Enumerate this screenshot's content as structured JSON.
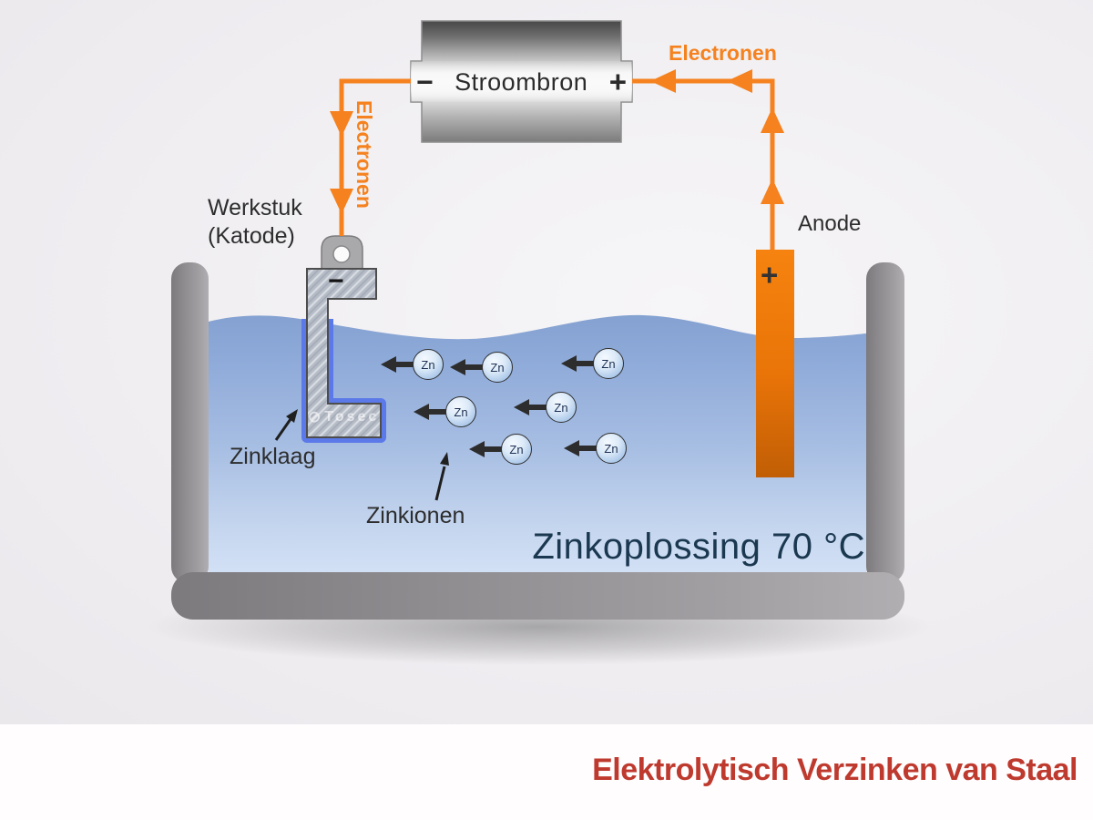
{
  "title": {
    "text": "Elektrolytisch Verzinken van Staal"
  },
  "power_supply": {
    "minus_sign": "−",
    "label": "Stroombron",
    "plus_sign": "+"
  },
  "electron_flow": {
    "left_label": "Electronen",
    "right_label": "Electronen"
  },
  "cathode": {
    "label_line1": "Werkstuk",
    "label_line2": "(Katode)",
    "minus_sign": "−",
    "brand_icon": "⊘",
    "brand_name": "Tosec"
  },
  "anode": {
    "label": "Anode",
    "plus_sign": "+"
  },
  "bath": {
    "solution_label": "Zinkoplossing 70 °C",
    "zinc_layer_label": "Zinklaag",
    "zinc_ions_label": "Zinkionen",
    "ion_symbol": "Zn"
  },
  "colors": {
    "accent_orange": "#f5821f",
    "solution_navy": "#1a3850",
    "title_red": "#bf3a2e",
    "zinc_layer_blue": "#5b79e8",
    "anode_orange": "#ec7609"
  }
}
